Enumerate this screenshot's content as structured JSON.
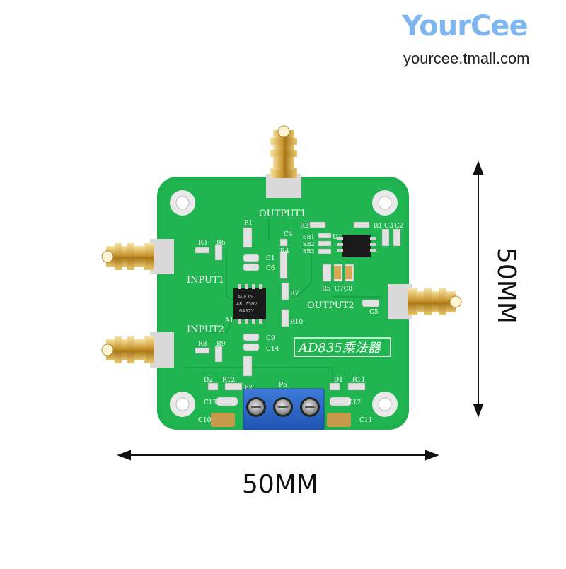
{
  "brand": {
    "logo": "YourCee",
    "url": "yourcee.tmall.com"
  },
  "dimensions": {
    "width_label": "50MM",
    "height_label": "50MM"
  },
  "board": {
    "title": "AD835乘法器",
    "chip_marking": [
      "AD835",
      "AR Z50V",
      "0487Y"
    ],
    "labels": {
      "output1": "OUTPUT1",
      "output2": "OUTPUT2",
      "input1": "INPUT1",
      "input2": "INPUT2",
      "p5": "P5",
      "f1": "F1",
      "f2": "F2",
      "d1": "D1",
      "d2": "D2",
      "u1": "U1",
      "a1": "A1",
      "r1": "R1",
      "r2": "R2",
      "r3": "R3",
      "r4": "R4",
      "r5": "R5",
      "r6": "R6",
      "r7": "R7",
      "r8": "R8",
      "r9": "R9",
      "r10": "R10",
      "r11": "R11",
      "r12": "R12",
      "c1": "C1",
      "c2": "C2",
      "c3": "C3",
      "c4": "C4",
      "c5": "C5",
      "c6": "C6",
      "c7c8": "C7C8",
      "c9": "C9",
      "c10": "C10",
      "c11": "C11",
      "c12": "C12",
      "c13": "C13",
      "c14": "C14",
      "sb1": "SB1",
      "sb2": "SB2",
      "sb3": "SB3"
    }
  }
}
